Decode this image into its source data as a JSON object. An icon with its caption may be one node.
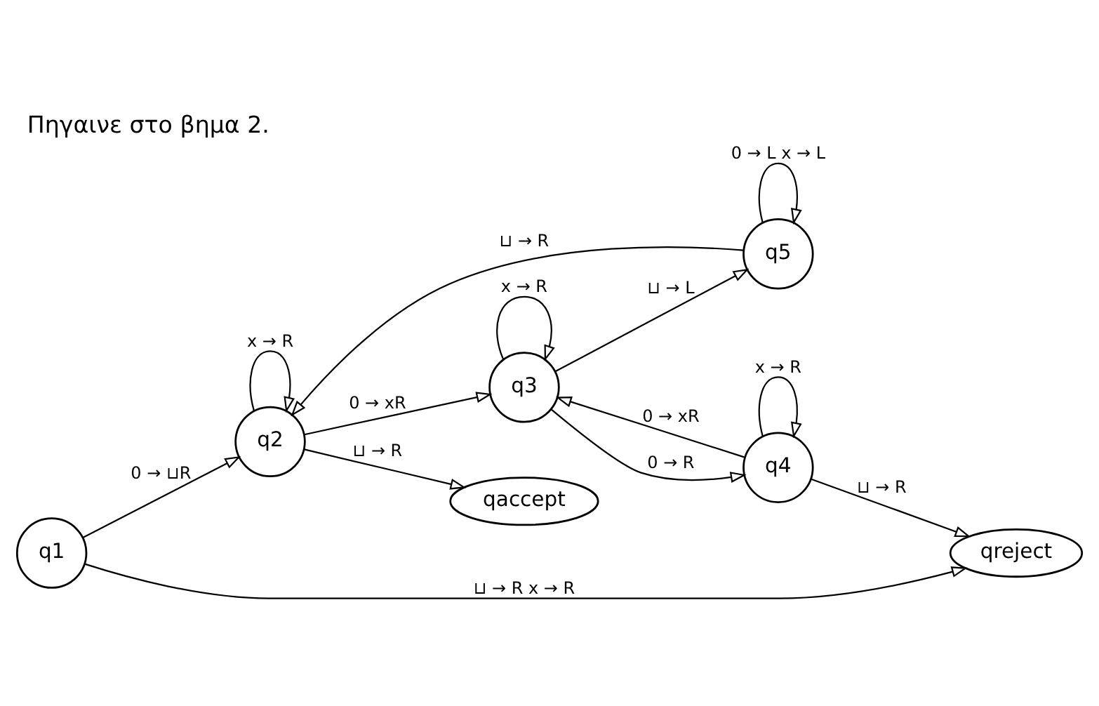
{
  "diagram": {
    "title": "Πηγαινε στο βημα 2.",
    "nodes": [
      {
        "text": [
          "q1"
        ]
      },
      {
        "text": [
          "q2"
        ]
      },
      {
        "text": [
          "q5"
        ]
      },
      {
        "text": [
          "q3"
        ]
      },
      {
        "text": [
          "q4"
        ]
      },
      {
        "text": [
          "qreject"
        ]
      },
      {
        "text": [
          "qaccept"
        ]
      }
    ],
    "edges": [
      {
        "from": 0,
        "to": 1,
        "arrow": "to",
        "label": "0 → ⊔R"
      },
      {
        "from": 0,
        "to": 5,
        "arrow": "to",
        "label": "⊔ → R x → R"
      },
      {
        "from": 1,
        "to": 1,
        "arrow": "to",
        "label": "x → R"
      },
      {
        "from": 1,
        "to": 3,
        "arrow": "to",
        "label": "0 → xR"
      },
      {
        "from": 1,
        "to": 6,
        "arrow": "to",
        "label": "⊔ → R"
      },
      {
        "from": 2,
        "to": 2,
        "arrow": "to",
        "label": "0 → L x → L"
      },
      {
        "from": 2,
        "to": 1,
        "arrow": "to",
        "label": "⊔ → R"
      },
      {
        "from": 3,
        "to": 2,
        "arrow": "to",
        "label": "⊔ → L"
      },
      {
        "from": 3,
        "to": 3,
        "arrow": "to",
        "label": "x → R"
      },
      {
        "from": 3,
        "to": 4,
        "arrow": "to",
        "label": "0 → R"
      },
      {
        "from": 4,
        "to": 3,
        "arrow": "to",
        "label": "0 → xR"
      },
      {
        "from": 4,
        "to": 4,
        "arrow": "to",
        "label": "x → R"
      },
      {
        "from": 4,
        "to": 5,
        "arrow": "to",
        "label": "⊔ → R"
      }
    ]
  }
}
